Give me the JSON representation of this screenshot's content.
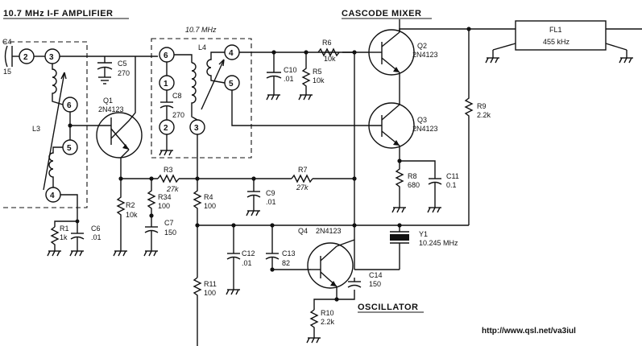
{
  "sections": {
    "if_amplifier": "10.7 MHz I-F AMPLIFIER",
    "transformer": "10.7 MHz",
    "mixer": "CASCODE MIXER",
    "oscillator": "OSCILLATOR"
  },
  "filter": {
    "name": "FL1",
    "freq": "455 kHz"
  },
  "crystal": {
    "ref": "Y1",
    "freq": "10.245 MHz"
  },
  "transistors": {
    "q1": {
      "ref": "Q1",
      "part": "2N4123"
    },
    "q2": {
      "ref": "Q2",
      "part": "2N4123"
    },
    "q3": {
      "ref": "Q3",
      "part": "2N4123"
    },
    "q4": {
      "ref": "Q4",
      "part": "2N4123"
    }
  },
  "capacitors": {
    "c4": {
      "ref": "C4",
      "value": "15"
    },
    "c5": {
      "ref": "C5",
      "value": "270"
    },
    "c6": {
      "ref": "C6",
      "value": ".01"
    },
    "c7": {
      "ref": "C7",
      "value": "150"
    },
    "c8": {
      "ref": "C8",
      "value": "270"
    },
    "c9": {
      "ref": "C9",
      "value": ".01"
    },
    "c10": {
      "ref": "C10",
      "value": ".01"
    },
    "c11": {
      "ref": "C11",
      "value": "0.1"
    },
    "c12": {
      "ref": "C12",
      "value": ".01"
    },
    "c13": {
      "ref": "C13",
      "value": "82"
    },
    "c14": {
      "ref": "C14",
      "value": "150"
    }
  },
  "resistors": {
    "r1": {
      "ref": "R1",
      "value": "1k"
    },
    "r2": {
      "ref": "R2",
      "value": "10k"
    },
    "r3": {
      "ref": "R3",
      "value": "27k"
    },
    "r4": {
      "ref": "R4",
      "value": "100"
    },
    "r5": {
      "ref": "R5",
      "value": "10k"
    },
    "r6": {
      "ref": "R6",
      "value": "10k"
    },
    "r7": {
      "ref": "R7",
      "value": "27k"
    },
    "r8": {
      "ref": "R8",
      "value": "680"
    },
    "r9": {
      "ref": "R9",
      "value": "2.2k"
    },
    "r10": {
      "ref": "R10",
      "value": "2.2k"
    },
    "r11": {
      "ref": "R11",
      "value": "100"
    },
    "r34": {
      "ref": "R34",
      "value": "100"
    }
  },
  "inductors": {
    "l3": "L3",
    "l4": "L4"
  },
  "l3_pins": [
    "2",
    "3",
    "6",
    "5",
    "4"
  ],
  "l4_pins": [
    "6",
    "1",
    "2",
    "3",
    "4",
    "5"
  ],
  "url": "http://www.qsl.net/va3iul"
}
